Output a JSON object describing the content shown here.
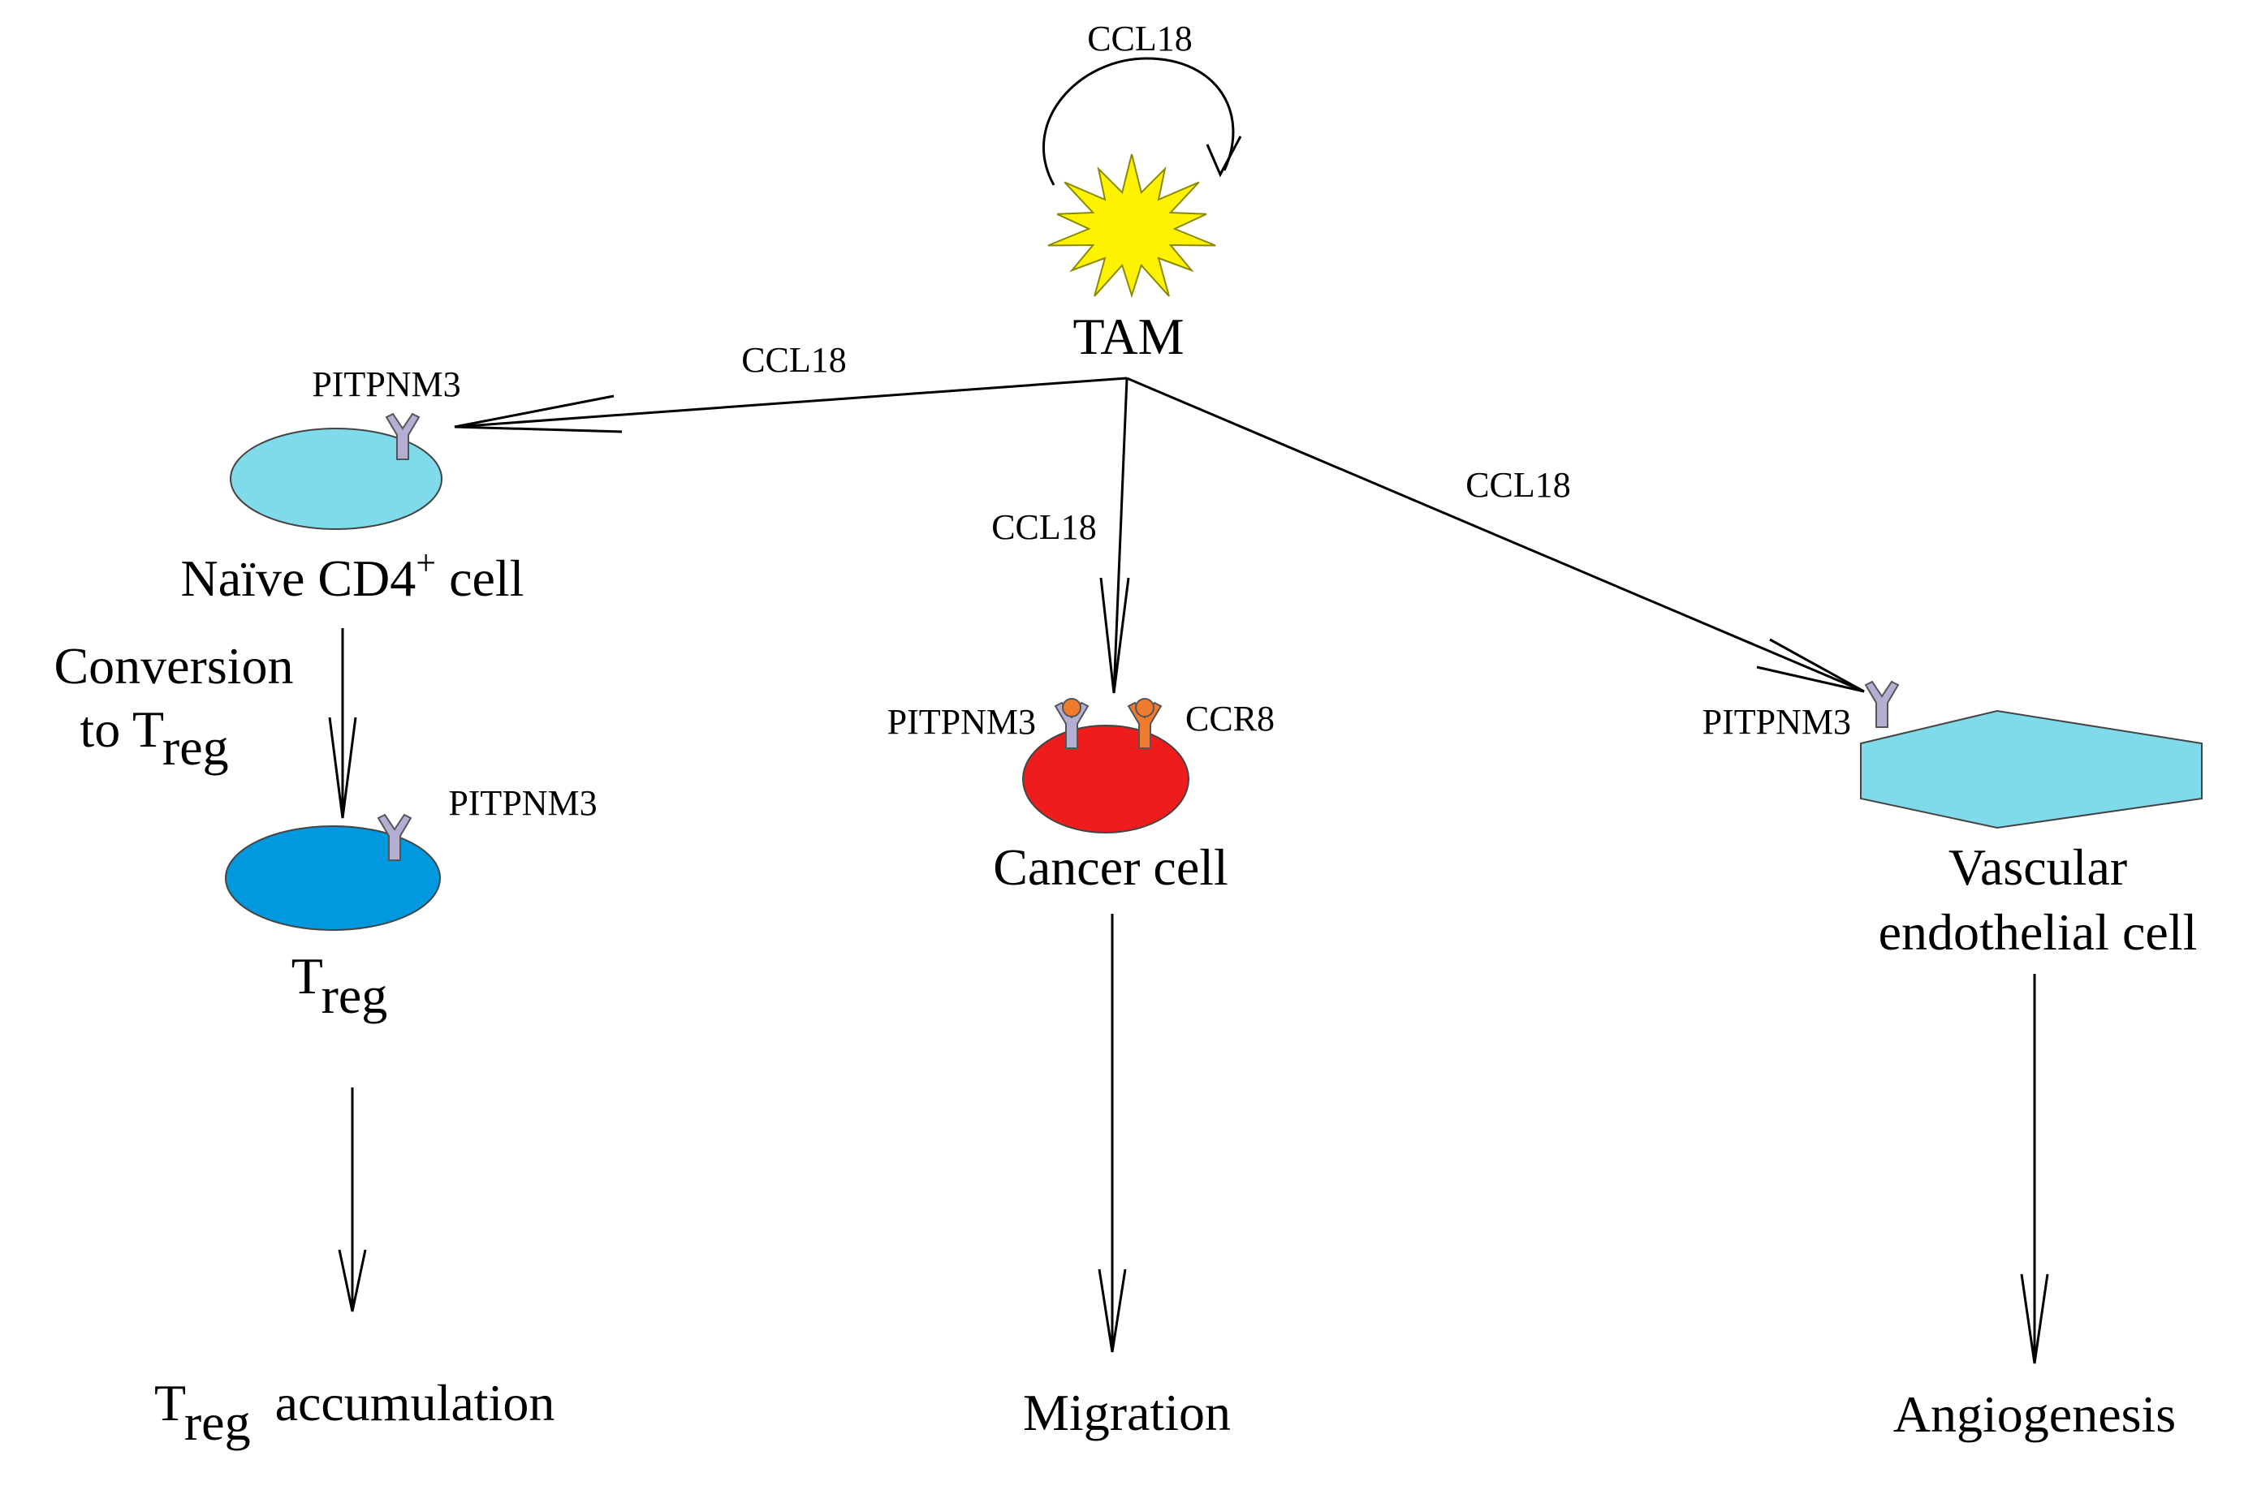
{
  "colors": {
    "tam": "#FFF200",
    "naive_cell": "#7FDBEA",
    "treg_cell": "#0099E0",
    "cancer_cell": "#EE1C1C",
    "endothelial_cell": "#7FDBEA",
    "pitpnm3_receptor": "#B4AED2",
    "ccr8_receptor": "#F07A2E"
  },
  "labels": {
    "ccl18_autocrine": "CCL18",
    "tam": "TAM",
    "ccl18_to_naive": "CCL18",
    "ccl18_to_cancer": "CCL18",
    "ccl18_to_endothelial": "CCL18",
    "pitpnm3_naive": "PITPNM3",
    "naive_cell_main": "Naïve CD4",
    "naive_cell_sup": "+",
    "naive_cell_tail": "cell",
    "conversion_line1": "Conversion",
    "conversion_line2_main": "to T",
    "conversion_line2_sub": "reg",
    "pitpnm3_treg": "PITPNM3",
    "treg_main": "T",
    "treg_sub": "reg",
    "pitpnm3_cancer": "PITPNM3",
    "ccr8_cancer": "CCR8",
    "cancer_cell": "Cancer cell",
    "pitpnm3_endothelial": "PITPNM3",
    "endothelial_line1": "Vascular",
    "endothelial_line2": "endothelial cell",
    "outcome_treg_main": "T",
    "outcome_treg_sub": "reg",
    "outcome_treg_tail": "accumulation",
    "outcome_migration": "Migration",
    "outcome_angiogenesis": "Angiogenesis"
  }
}
